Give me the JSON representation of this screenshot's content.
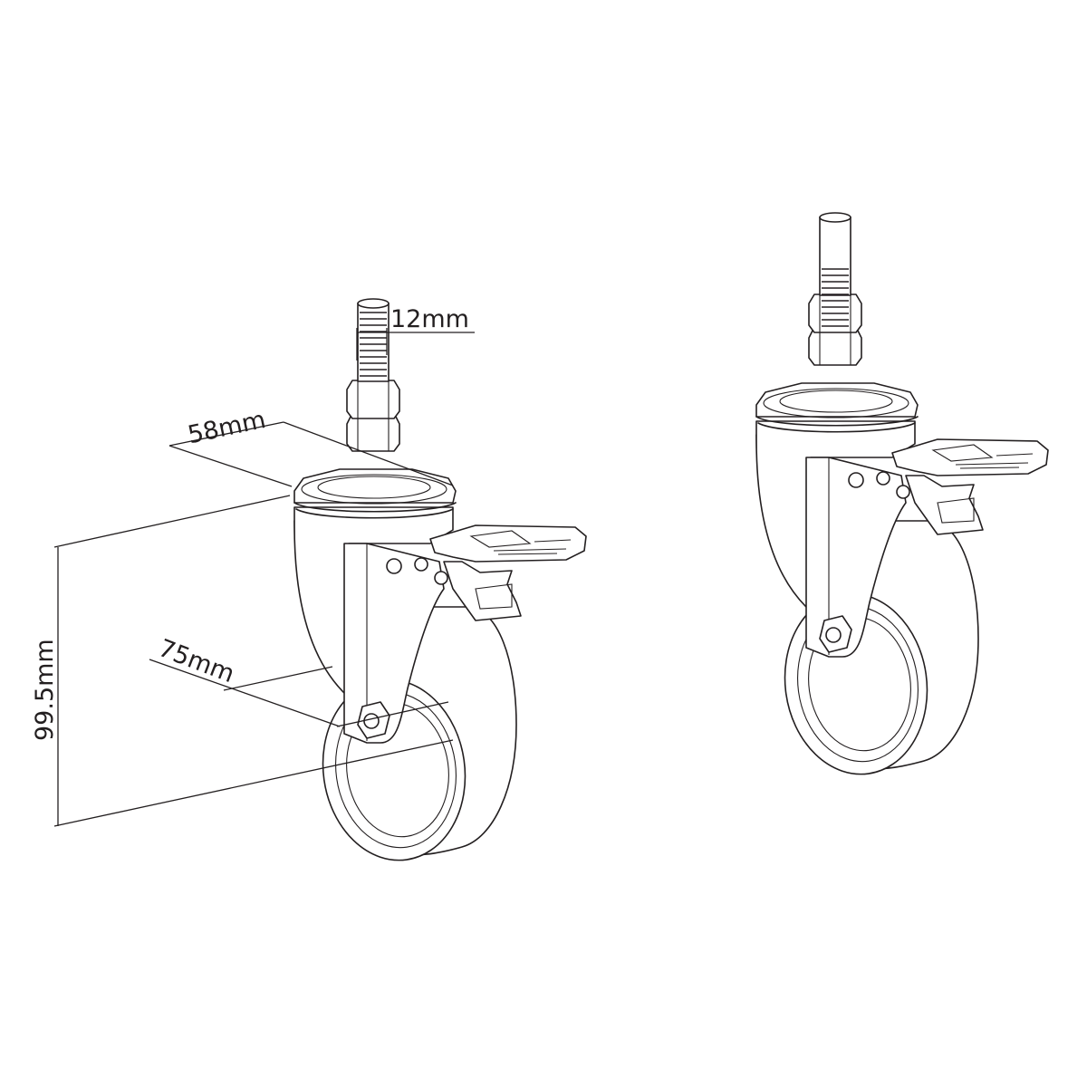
{
  "figure": {
    "type": "product-dimension-drawing",
    "subject": "swivel caster with brake, threaded stem",
    "line_color": "#231f20",
    "background": "#ffffff",
    "views": [
      {
        "id": "left",
        "description": "caster with dimension annotations"
      },
      {
        "id": "right",
        "description": "caster plain isometric view"
      }
    ]
  },
  "dimensions": {
    "stem_diameter": "12mm",
    "plate_width": "58mm",
    "wheel_diameter": "75mm",
    "total_height": "99.5mm"
  }
}
